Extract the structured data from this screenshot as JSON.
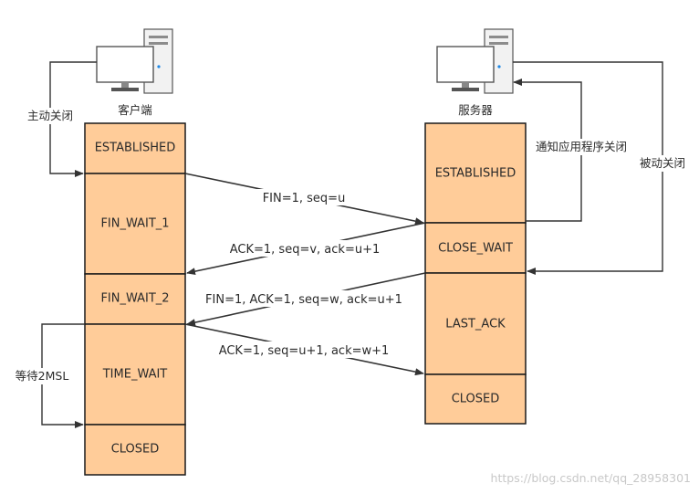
{
  "client": {
    "title": "客户端",
    "states": [
      "ESTABLISHED",
      "FIN_WAIT_1",
      "FIN_WAIT_2",
      "TIME_WAIT",
      "CLOSED"
    ]
  },
  "server": {
    "title": "服务器",
    "states": [
      "ESTABLISHED",
      "CLOSE_WAIT",
      "LAST_ACK",
      "CLOSED"
    ]
  },
  "messages": [
    "FIN=1, seq=u",
    "ACK=1, seq=v, ack=u+1",
    "FIN=1, ACK=1, seq=w, ack=u+1",
    "ACK=1, seq=u+1, ack=w+1"
  ],
  "side_labels": {
    "active_close": "主动关闭",
    "notify_app_close": "通知应用程序关闭",
    "passive_close": "被动关闭",
    "wait_2msl": "等待2MSL"
  },
  "watermark": "https://blog.csdn.net/qq_28958301",
  "colors": {
    "state_fill": "#ffcc99",
    "stroke": "#1a1a1a",
    "arrow": "#333333"
  },
  "icons": [
    "computer-icon",
    "computer-icon"
  ]
}
